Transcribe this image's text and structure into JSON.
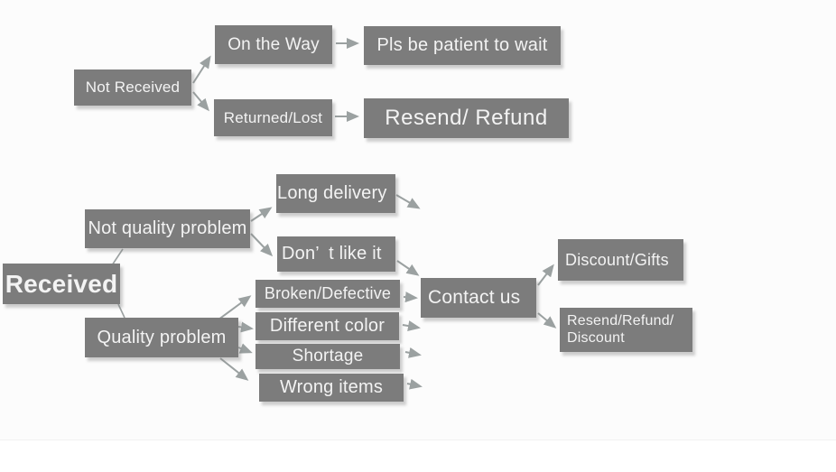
{
  "colors": {
    "box_background": "#7c7c7c",
    "box_text": "#f3f3f3",
    "arrow": "#9ba1a1"
  },
  "nodes": {
    "not_received": {
      "label": "Not Received"
    },
    "on_the_way": {
      "label": "On the Way"
    },
    "pls_wait": {
      "label": "Pls be patient to wait"
    },
    "returned_lost": {
      "label": "Returned/Lost"
    },
    "resend_refund": {
      "label": "Resend/ Refund"
    },
    "received": {
      "label": "Received"
    },
    "not_quality": {
      "label": "Not quality problem"
    },
    "long_delivery": {
      "label": "Long delivery"
    },
    "dont_like": {
      "label": "Don’ t like it"
    },
    "broken": {
      "label": "Broken/Defective"
    },
    "diff_color": {
      "label": "Different color"
    },
    "shortage": {
      "label": "Shortage"
    },
    "wrong_items": {
      "label": "Wrong items"
    },
    "quality": {
      "label": "Quality problem"
    },
    "contact_us": {
      "label": "Contact us"
    },
    "discount_gifts": {
      "label": "Discount/Gifts"
    },
    "resend_discount": {
      "line1": "Resend/Refund/",
      "line2": "Discount"
    }
  },
  "edges": [
    {
      "from": "not_received",
      "to": "on_the_way"
    },
    {
      "from": "not_received",
      "to": "returned_lost"
    },
    {
      "from": "on_the_way",
      "to": "pls_wait"
    },
    {
      "from": "returned_lost",
      "to": "resend_refund"
    },
    {
      "from": "received",
      "to": "not_quality"
    },
    {
      "from": "received",
      "to": "quality"
    },
    {
      "from": "not_quality",
      "to": "long_delivery"
    },
    {
      "from": "not_quality",
      "to": "dont_like"
    },
    {
      "from": "long_delivery",
      "to": "contact_us"
    },
    {
      "from": "dont_like",
      "to": "contact_us"
    },
    {
      "from": "quality",
      "to": "broken"
    },
    {
      "from": "quality",
      "to": "diff_color"
    },
    {
      "from": "quality",
      "to": "shortage"
    },
    {
      "from": "quality",
      "to": "wrong_items"
    },
    {
      "from": "broken",
      "to": "contact_us"
    },
    {
      "from": "diff_color",
      "to": "contact_us"
    },
    {
      "from": "shortage",
      "to": "contact_us"
    },
    {
      "from": "wrong_items",
      "to": "contact_us"
    },
    {
      "from": "contact_us",
      "to": "discount_gifts"
    },
    {
      "from": "contact_us",
      "to": "resend_discount"
    }
  ]
}
